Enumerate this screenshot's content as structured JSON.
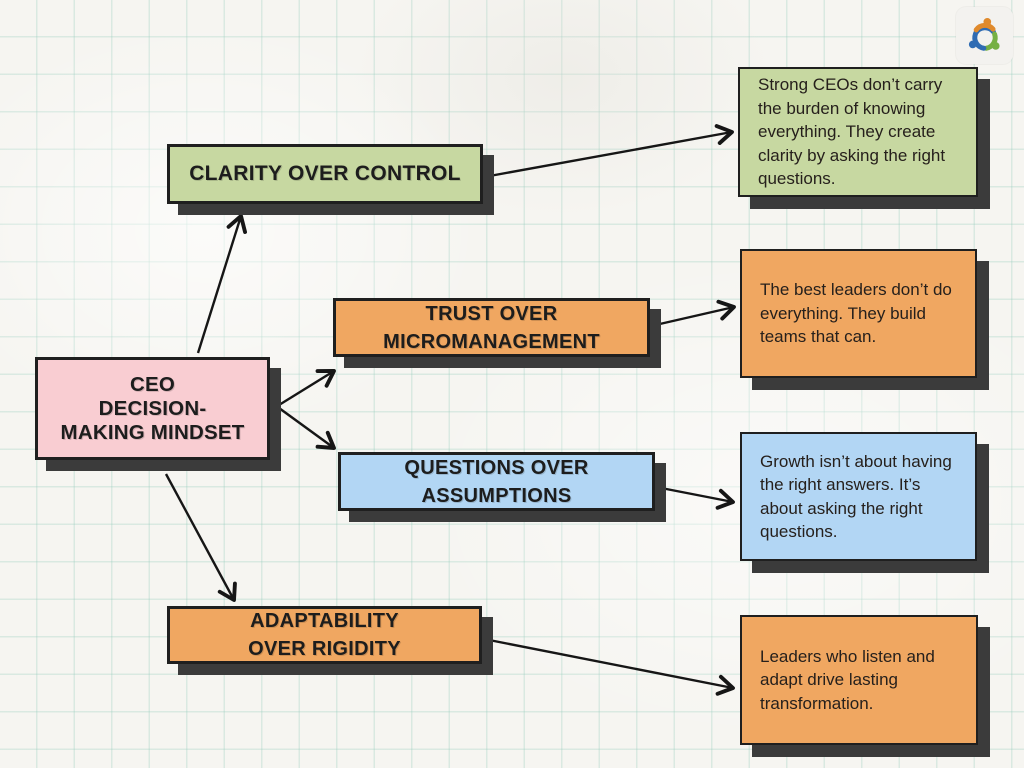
{
  "canvas": {
    "background": "#f6f5f1",
    "grid_color": "#cde4dc"
  },
  "logo": {
    "name": "three-people-triangle",
    "colors": {
      "orange": "#e08a2c",
      "green": "#76b043",
      "blue": "#2f6cb3"
    }
  },
  "center_node": {
    "label": "CEO\nDECISION-\nMAKING MINDSET",
    "bg": "#f9cdd2"
  },
  "branches": [
    {
      "id": "clarity",
      "label": "CLARITY OVER CONTROL",
      "bg": "#c7d8a1",
      "description": "Strong CEOs don’t carry the burden of knowing everything. They create clarity by asking the right questions.",
      "desc_bg": "#c7d8a1"
    },
    {
      "id": "trust",
      "label": "TRUST OVER\nMICROMANAGEMENT",
      "bg": "#f0a761",
      "description": "The best leaders don’t do everything. They build teams that can.",
      "desc_bg": "#f0a761"
    },
    {
      "id": "questions",
      "label": "QUESTIONS OVER\nASSUMPTIONS",
      "bg": "#b2d6f4",
      "description": "Growth isn’t about having the right answers. It’s about asking the right questions.",
      "desc_bg": "#b2d6f4"
    },
    {
      "id": "adaptability",
      "label": "ADAPTABILITY\nOVER RIGIDITY",
      "bg": "#f0a761",
      "description": "Leaders who listen and adapt drive lasting transformation.",
      "desc_bg": "#f0a761"
    }
  ],
  "style": {
    "border_color": "#1f1f1f",
    "shadow_color": "#3b3b3b",
    "label_text_color": "#1d1d1d",
    "desc_text_color": "#26201c",
    "arrow_color": "#161616"
  }
}
